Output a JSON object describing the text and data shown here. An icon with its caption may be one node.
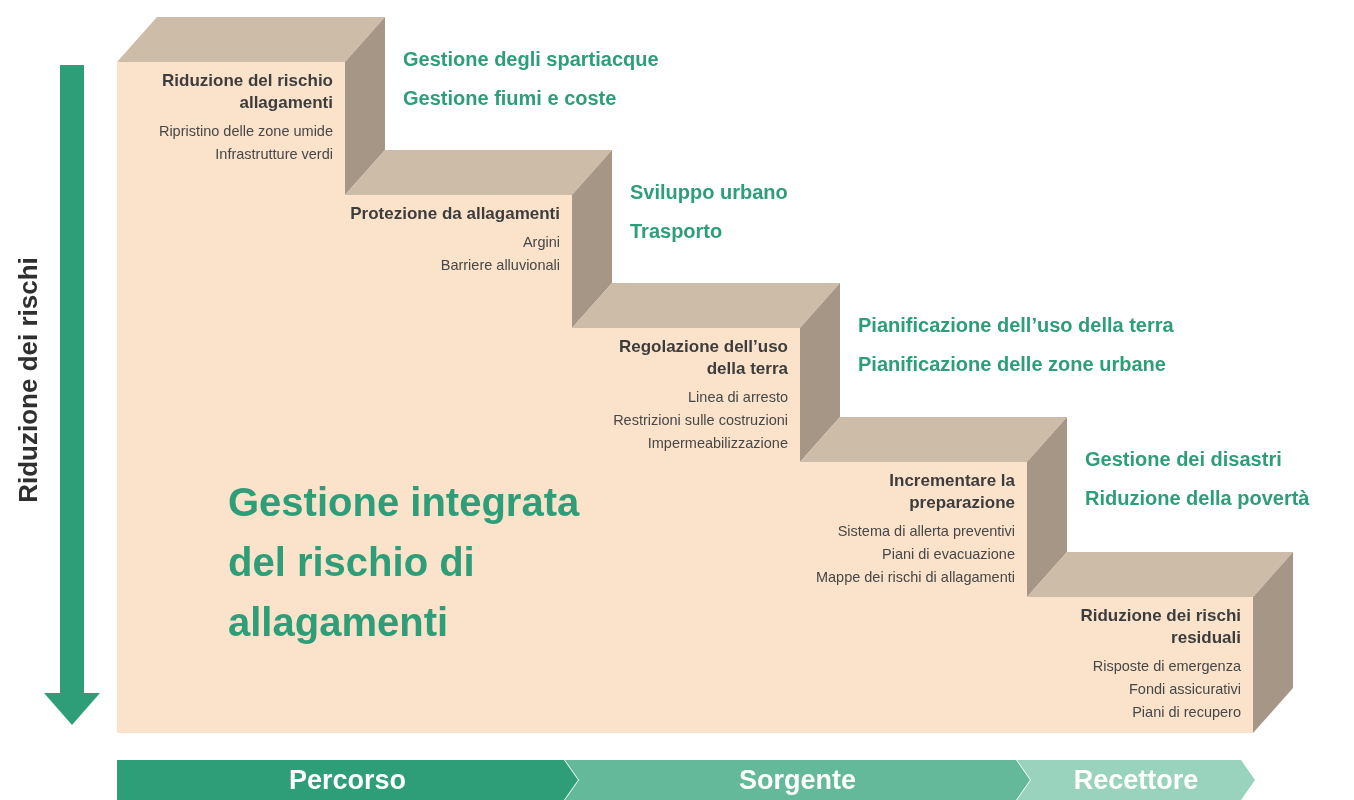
{
  "diagram": {
    "nodes": [
      {
        "text": [
          "Riduzione del rischio allagamenti",
          "Ripristino delle zone umide",
          "Infrastrutture verdi"
        ],
        "beside": [
          "Gestione degli spartiacque",
          "Gestione fiumi e coste"
        ]
      },
      {
        "text": [
          "Protezione da allagamenti",
          "Argini",
          "Barriere alluvionali"
        ],
        "beside": [
          "Sviluppo urbano",
          "Trasporto"
        ]
      },
      {
        "text": [
          "Regolazione dell’uso della terra",
          "Linea di arresto",
          "Restrizioni sulle costruzioni",
          "Impermeabilizzazione"
        ],
        "beside": [
          "Pianificazione dell’uso della terra",
          "Pianificazione delle zone urbane"
        ]
      },
      {
        "text": [
          "Incrementare la preparazione",
          "Sistema di allerta preventivi",
          "Piani di evacuazione",
          "Mappe dei rischi di allagamenti"
        ],
        "beside": [
          "Gestione dei disastri",
          "Riduzione della povertà"
        ]
      },
      {
        "text": [
          "Riduzione dei rischi residuali",
          "Risposte di emergenza",
          "Fondi assicurativi",
          "Piani di recupero"
        ]
      },
      {
        "text": [
          "Percorso"
        ]
      },
      {
        "text": [
          "Sorgente"
        ]
      },
      {
        "text": [
          "Recettore"
        ]
      }
    ],
    "labels": [
      "Riduzione dei rischi",
      "Gestione integrata del rischio di allagamenti"
    ]
  }
}
